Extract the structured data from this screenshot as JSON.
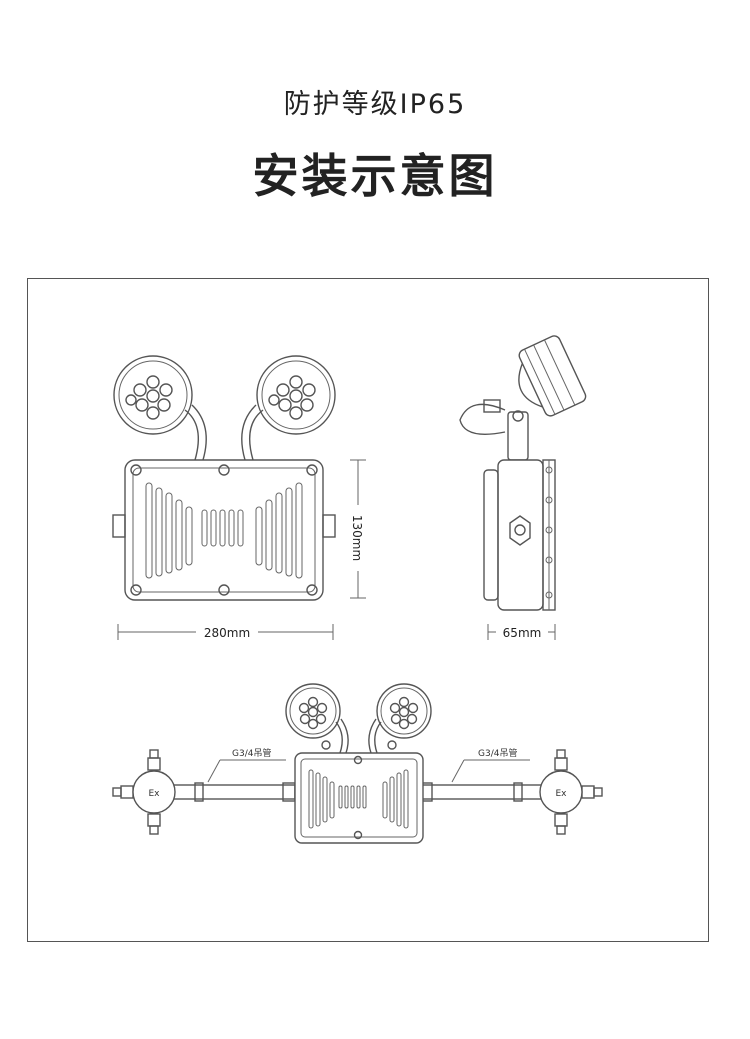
{
  "header": {
    "subtitle": "防护等级IP65",
    "title": "安装示意图"
  },
  "dimensions": {
    "width": "280mm",
    "height": "130mm",
    "depth": "65mm"
  },
  "pipe_labels": {
    "left": "G3/4吊管",
    "right": "G3/4吊管"
  }
}
